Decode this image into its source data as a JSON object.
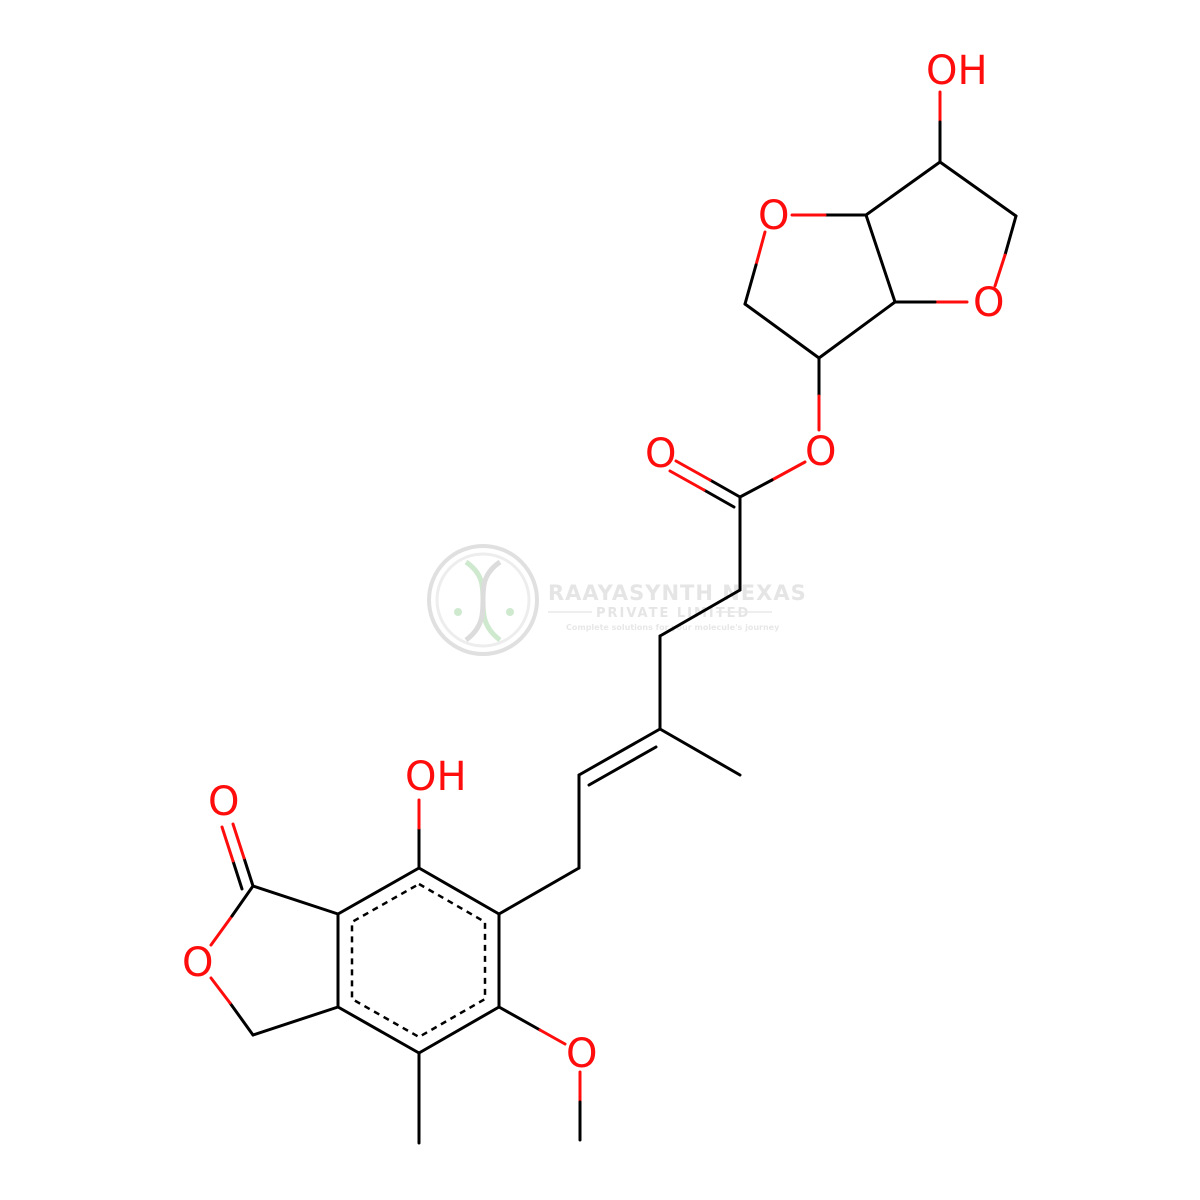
{
  "watermark": {
    "name": "RAAYASYNTH NEXAS",
    "subtitle": "PRIVATE LIMITED",
    "tagline": "Complete solutions for your molecule's journey",
    "logo_icon": "dna-helix-icon"
  },
  "labels": {
    "hydroxyl_top": "OH",
    "ring_oxygen_left": "O",
    "ring_oxygen_right": "O",
    "ester_oxygen": "O",
    "carbonyl_oxygen": "O",
    "phenol_hydroxyl": "OH",
    "lactone_carbonyl_oxygen": "O",
    "lactone_ring_oxygen": "O",
    "methoxy_oxygen": "O"
  },
  "colors": {
    "bond": "#000000",
    "oxygen": "#ff0d0d",
    "watermark": "#d0d0d0"
  }
}
